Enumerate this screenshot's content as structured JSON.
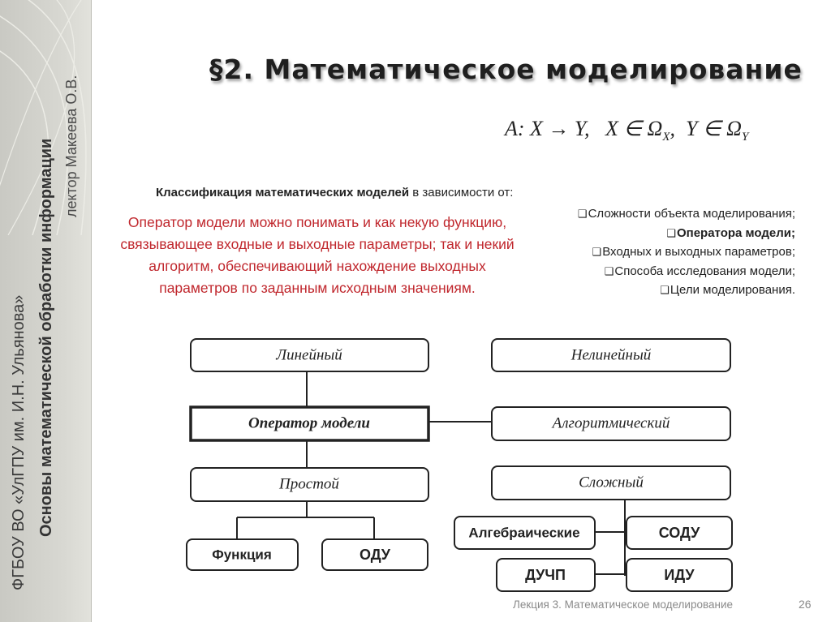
{
  "sidebar": {
    "line1": "ФГБОУ ВО «УлГПУ им. И.Н. Ульянова»",
    "line2": "Основы математической обработки информации",
    "line3": "лектор Макеева О.В."
  },
  "title": "§2. Математическое моделирование",
  "formula": {
    "lhs": "A: X → Y,",
    "x_in": "X ∈ Ω",
    "x_sub": "X",
    "y_in": "Y ∈ Ω",
    "y_sub": "Y",
    "sep": ","
  },
  "classification": {
    "bold": "Классификация математических моделей",
    "rest": " в зависимости от:"
  },
  "operator_note": "Оператор модели можно понимать и как некую функцию, связывающее входные и выходные параметры; так и некий алгоритм, обеспечивающий нахождение выходных параметров по заданным исходным значениям.",
  "criteria": [
    "Сложности объекта моделирования;",
    "Оператора модели;",
    "Входных и выходных параметров;",
    "Способа исследования модели;",
    "Цели моделирования."
  ],
  "check_glyph": "❑",
  "diagram": {
    "linear": "Линейный",
    "nonlinear": "Нелинейный",
    "operator": "Оператор модели",
    "algorithmic": "Алгоритмический",
    "simple": "Простой",
    "complex": "Сложный",
    "function": "Функция",
    "ode": "ОДУ",
    "algebraic": "Алгебраические",
    "sode": "СОДУ",
    "pde": "ДУЧП",
    "ide": "ИДУ"
  },
  "footer": {
    "lecture": "Лекция 3. Математическое моделирование",
    "page": "26"
  }
}
